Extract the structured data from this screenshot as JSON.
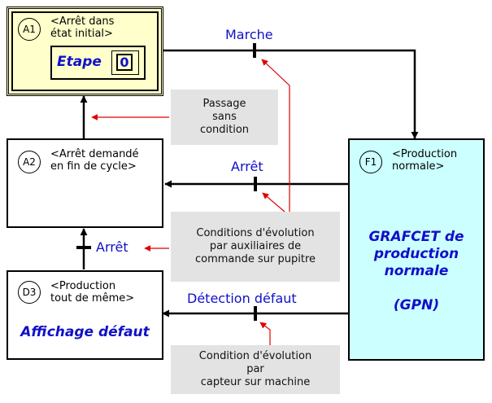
{
  "steps": {
    "a1": {
      "id": "A1",
      "label": "<Arrêt dans\nétat initial>",
      "step_label": "Etape",
      "step_value": "0"
    },
    "a2": {
      "id": "A2",
      "label": "<Arrêt demandé\nen fin de cycle>"
    },
    "d3": {
      "id": "D3",
      "label": "<Production\ntout de même>",
      "action": "Affichage défaut"
    },
    "f1": {
      "id": "F1",
      "label": "<Production\nnormale>",
      "action": "GRAFCET de\nproduction\nnormale\n\n(GPN)"
    }
  },
  "transitions": {
    "marche": "Marche",
    "arret_top": "Arrêt",
    "arret_left": "Arrêt",
    "detection": "Détection défaut"
  },
  "notes": {
    "passage": "Passage\nsans\ncondition",
    "conditions_aux": "Conditions d'évolution\npar auxiliaires de\ncommande sur pupitre",
    "condition_capteur": "Condition d'évolution\npar\ncapteur sur machine"
  },
  "colors": {
    "initial_fill": "#ffffcc",
    "gpn_fill": "#ccffff",
    "transition_text": "#1010c8",
    "note_fill": "#e3e3e3",
    "pointer": "#e00000"
  }
}
